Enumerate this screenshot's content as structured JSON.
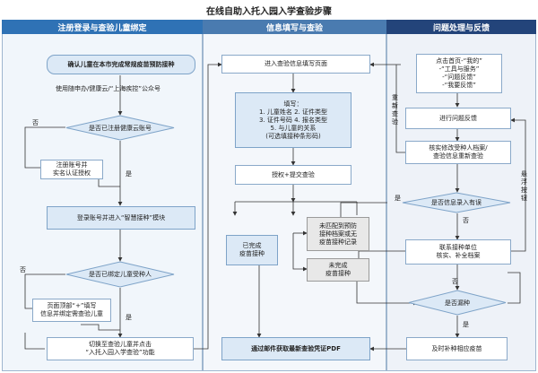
{
  "title": "在线自助入托入园入学查验步骤",
  "columns": [
    {
      "label": "注册登录与查验儿童绑定"
    },
    {
      "label": "信息填写与查验"
    },
    {
      "label": "问题处理与反馈"
    }
  ],
  "colors": {
    "header_blue": "#2f72b5",
    "header_mid": "#4a7bb0",
    "header_dark": "#23447a",
    "arrow": "#333333"
  },
  "col1": {
    "start": "确认儿童在本市完成常规疫苗预防接种",
    "app_note": "使用随申办/健康云/“上海疾控”公众号",
    "d1": "是否已注册健康云账号",
    "register": "注册账号并\n实名认证授权",
    "login": "登录账号并进入“智慧接种”模块",
    "d2": "是否已绑定儿童受种人",
    "bind": "页面顶部“+”填写\n信息并绑定需查验儿童",
    "switch": "切换至查验儿童并点击\n“入托入园入学查验”功能"
  },
  "col2": {
    "enter": "进入查验信息填写页面",
    "form": "填写：\n1. 儿童姓名  2. 证件类型\n3. 证件号码  4. 报名类型\n5. 与儿童的关系\n(可选填接种条形码)",
    "submit": "授权+提交查验",
    "done": "已完成\n疫苗接种",
    "unmatched": "未匹配到预防\n接种档案或无\n疫苗接种记录",
    "notdone": "未完成\n疫苗接种",
    "final": "通过邮件获取最新查验凭证PDF",
    "recheck": "重\n新\n查\n验"
  },
  "col3": {
    "home": "点击首页-“我的”\n-“工具与服务”\n-“问题反馈”\n-“我要反馈”",
    "feedback": "进行问题反馈",
    "verify": "核实修改受种人档案/\n查验信息重新查验",
    "d3": "是否信息录入有误",
    "contact": "联系接种单位\n核实、补全档案",
    "d4": "是否漏种",
    "vaccinate": "及时补种相应疫苗",
    "float": "悬\n浮\n按\n钮"
  },
  "labels": {
    "yes": "是",
    "no": "否"
  }
}
